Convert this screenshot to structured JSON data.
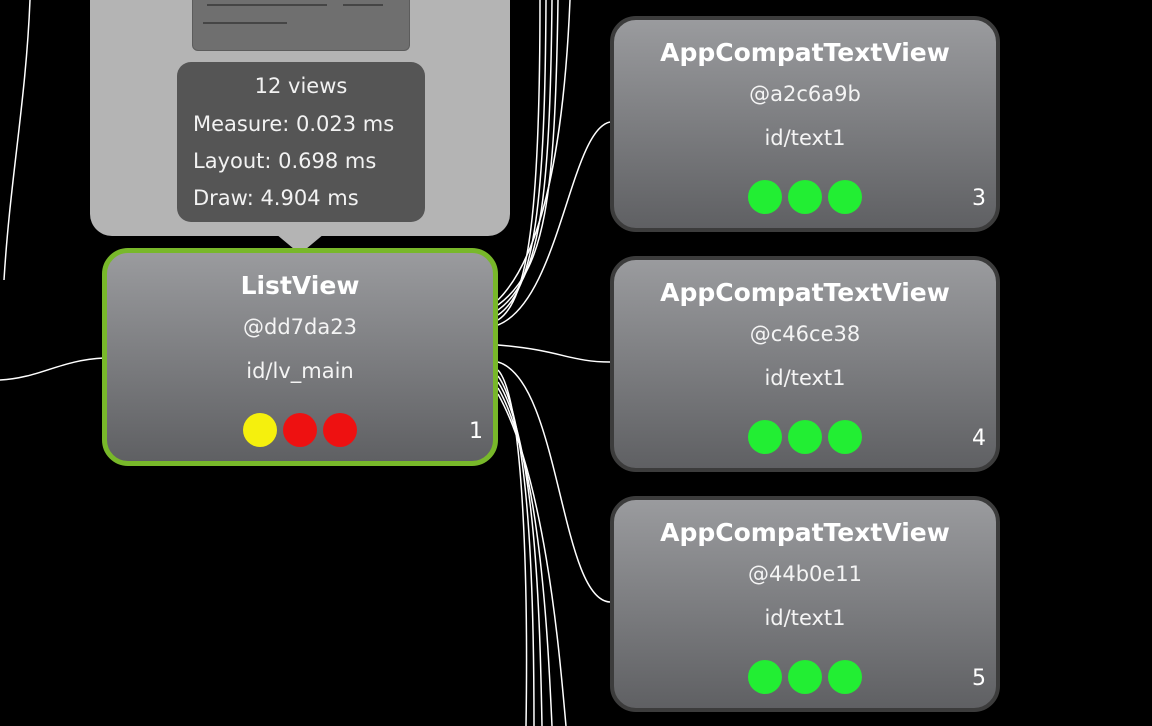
{
  "tooltip": {
    "views_count": "12 views",
    "measure": "Measure: 0.023 ms",
    "layout": "Layout: 0.698 ms",
    "draw": "Draw: 4.904 ms"
  },
  "colors": {
    "green": "#22ee33",
    "yellow": "#f5f00d",
    "red": "#ee1111",
    "selected_border": "#78b82a"
  },
  "nodes": [
    {
      "name": "ListView",
      "hash": "@dd7da23",
      "id": "id/lv_main",
      "index": "1",
      "indicators": [
        "yellow",
        "red",
        "red"
      ]
    },
    {
      "name": "AppCompatTextView",
      "hash": "@a2c6a9b",
      "id": "id/text1",
      "index": "3",
      "indicators": [
        "green",
        "green",
        "green"
      ]
    },
    {
      "name": "AppCompatTextView",
      "hash": "@c46ce38",
      "id": "id/text1",
      "index": "4",
      "indicators": [
        "green",
        "green",
        "green"
      ]
    },
    {
      "name": "AppCompatTextView",
      "hash": "@44b0e11",
      "id": "id/text1",
      "index": "5",
      "indicators": [
        "green",
        "green",
        "green"
      ]
    }
  ]
}
